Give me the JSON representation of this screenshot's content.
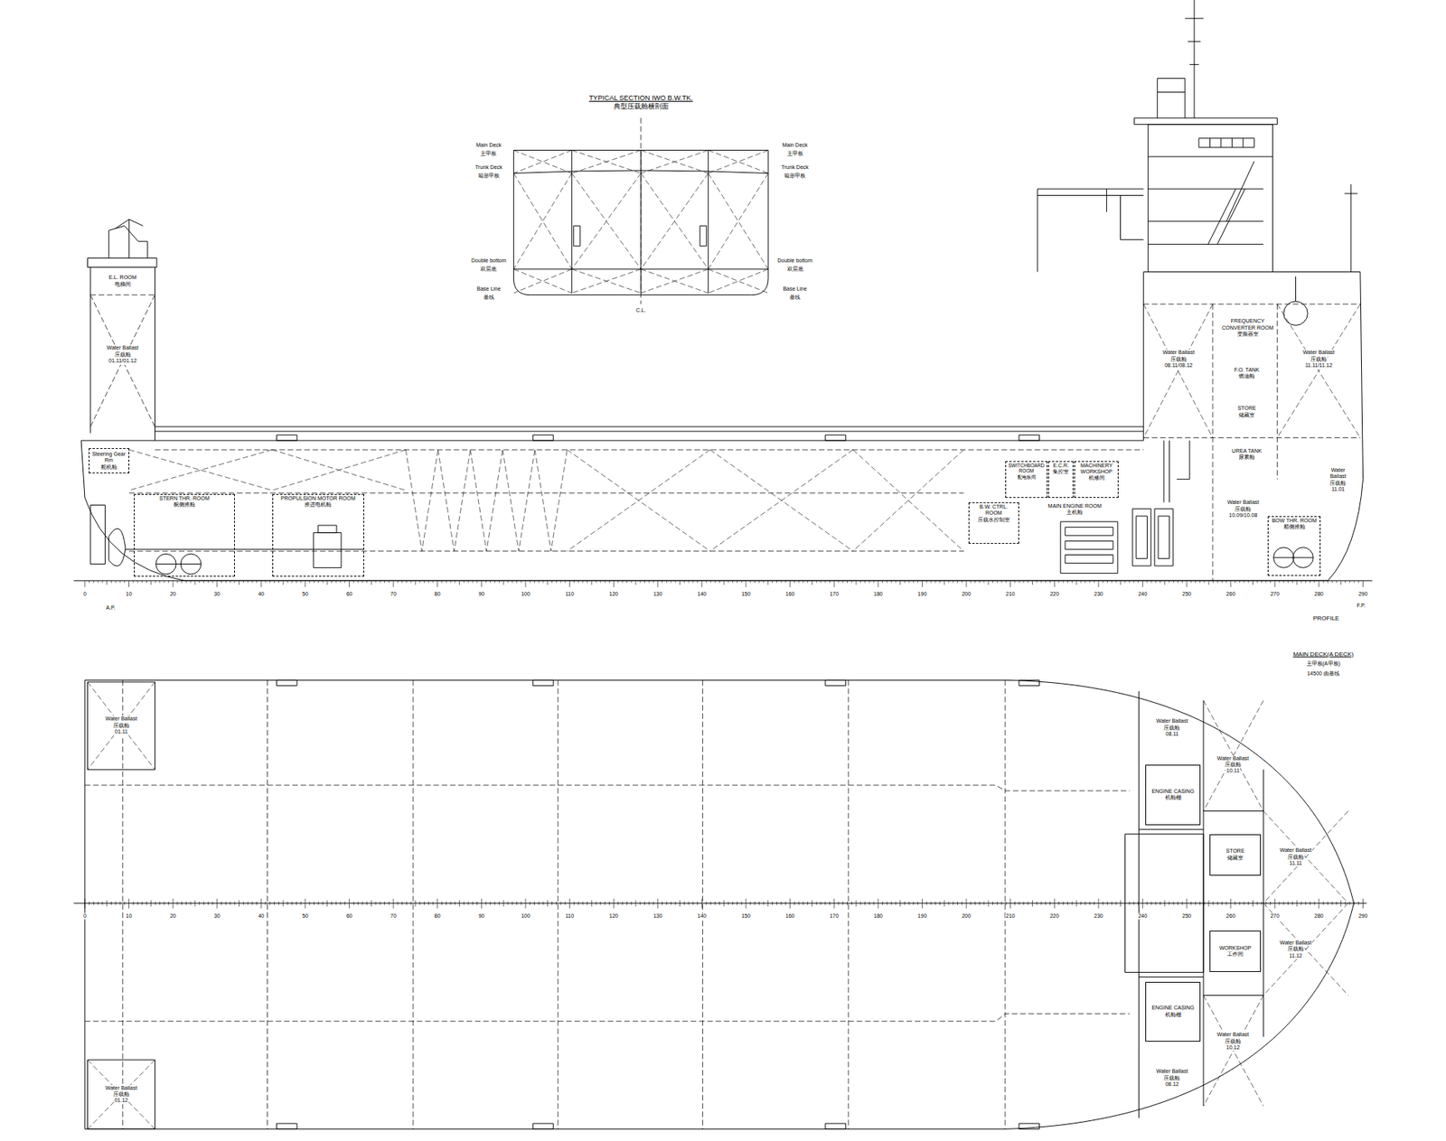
{
  "diagram": {
    "nodes": [
      {
        "text": [
          "TYPICAL SECTION IWO B.W.TK.",
          "典型压载舱横剖面"
        ]
      },
      {
        "text": [
          "E.L. ROOM",
          "电梯间"
        ]
      },
      {
        "text": [
          "Water Ballast",
          "压载舱",
          "01.11/01.12"
        ]
      },
      {
        "text": [
          "Steering Gear Rm",
          "舵机舱"
        ]
      },
      {
        "text": [
          "STERN THR. ROOM",
          "艉侧推舱"
        ]
      },
      {
        "text": [
          "PROPULSION MOTOR ROOM",
          "推进电机舱"
        ]
      },
      {
        "text": [
          "SWITCHBOARD ROOM",
          "配电板间"
        ]
      },
      {
        "text": [
          "E.C.R.",
          "集控室"
        ]
      },
      {
        "text": [
          "MACHINERY WORKSHOP",
          "机修间"
        ]
      },
      {
        "text": [
          "B.W. CTRL. ROOM",
          "压载水控制室"
        ]
      },
      {
        "text": [
          "MAIN ENGINE ROOM",
          "主机舱"
        ]
      },
      {
        "text": [
          "FREQUENCY CONVERTER ROOM",
          "变频器室"
        ]
      },
      {
        "text": [
          "Water Ballast",
          "压载舱",
          "08.11/08.12"
        ]
      },
      {
        "text": [
          "F.O. TANK",
          "燃油舱"
        ]
      },
      {
        "text": [
          "STORE",
          "储藏室"
        ]
      },
      {
        "text": [
          "UREA TANK",
          "尿素舱"
        ]
      },
      {
        "text": [
          "Water Ballast",
          "压载舱",
          "11.11/11.12"
        ]
      },
      {
        "text": [
          "Water Ballast",
          "压载舱",
          "10.09/10.08"
        ]
      },
      {
        "text": [
          "Water Ballast",
          "压载舱",
          "11.01"
        ]
      },
      {
        "text": [
          "BOW THR. ROOM",
          "艏侧推舱"
        ]
      },
      {
        "text": [
          "Water Ballast",
          "压载舱",
          "01.11"
        ]
      },
      {
        "text": [
          "Water Ballast",
          "压载舱",
          "01.12"
        ]
      },
      {
        "text": [
          "Water Ballast",
          "压载舱",
          "08.11"
        ]
      },
      {
        "text": [
          "ENGINE CASING",
          "机舱棚"
        ]
      },
      {
        "text": [
          "Water Ballast",
          "压载舱",
          "10.11"
        ]
      },
      {
        "text": [
          "STORE",
          "储藏室"
        ]
      },
      {
        "text": [
          "Water Ballast",
          "压载舱",
          "11.11"
        ]
      },
      {
        "text": [
          "WORKSHOP",
          "工作间"
        ]
      },
      {
        "text": [
          "Water Ballast",
          "压载舱",
          "11.12"
        ]
      },
      {
        "text": [
          "Water Ballast",
          "压载舱",
          "10.12"
        ]
      },
      {
        "text": [
          "ENGINE CASING",
          "机舱棚"
        ]
      },
      {
        "text": [
          "Water Ballast",
          "压载舱",
          "08.12"
        ]
      }
    ],
    "labels": [
      "Main Deck",
      "主甲板",
      "Trunk Deck",
      "箱形甲板",
      "Double bottom",
      "双层底",
      "Base Line",
      "基线",
      "Main Deck",
      "主甲板",
      "Trunk Deck",
      "箱形甲板",
      "Double bottom",
      "双层底",
      "Base Line",
      "基线",
      "C.L.",
      "A.P.",
      "F.P.",
      "PROFILE",
      "MAIN DECK(A DECK)",
      "主甲板(A甲板)",
      "14500 由基线",
      "0",
      "10",
      "20",
      "30",
      "40",
      "50",
      "60",
      "70",
      "80",
      "90",
      "100",
      "110",
      "120",
      "130",
      "140",
      "150",
      "160",
      "170",
      "180",
      "190",
      "200",
      "210",
      "220",
      "230",
      "240",
      "250",
      "260",
      "270",
      "280",
      "290",
      "0",
      "10",
      "20",
      "30",
      "40",
      "50",
      "60",
      "70",
      "80",
      "90",
      "100",
      "110",
      "120",
      "130",
      "140",
      "150",
      "160",
      "170",
      "180",
      "190",
      "200",
      "210",
      "220",
      "230",
      "240",
      "250",
      "260",
      "270",
      "280",
      "290"
    ]
  }
}
